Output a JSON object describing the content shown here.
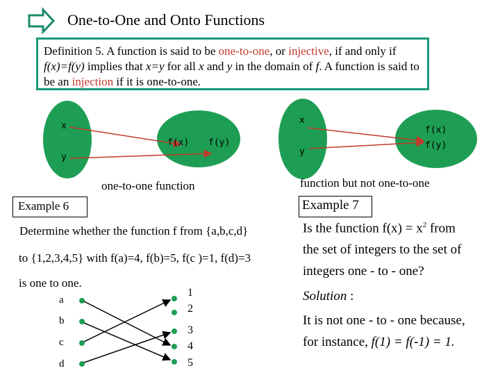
{
  "title": "One-to-One and Onto Functions",
  "definition": {
    "p1": "Definition 5. A function is said to be ",
    "term1": "one-to-one",
    "p2": ", or ",
    "term2": "injective",
    "p3": ", if and only if ",
    "expr1": "f(x)=f(y)",
    "p4": " implies that ",
    "expr2": "x=y",
    "p5": " for all ",
    "var_x": "x",
    "p6": " and ",
    "var_y": "y",
    "p7": " in the domain of ",
    "var_f": "f",
    "p8": ". A function is said to be an ",
    "term3": "injection",
    "p9": " if it is one-to-one."
  },
  "diagram_left": {
    "domain_labels": [
      "x",
      "y"
    ],
    "codomain_labels": [
      "f(x)",
      "f(y)"
    ],
    "caption": "one-to-one function"
  },
  "diagram_right": {
    "domain_labels": [
      "x",
      "y"
    ],
    "codomain_labels": [
      "f(x)",
      "f(y)"
    ],
    "caption": "function but not one-to-one"
  },
  "example6": {
    "heading": "Example 6",
    "line1": "Determine whether the function f from {a,b,c,d}",
    "line2": "to {1,2,3,4,5} with f(a)=4, f(b)=5, f(c )=1, f(d)=3",
    "line3": "is one to one.",
    "domain": [
      "a",
      "b",
      "c",
      "d"
    ],
    "codomain": [
      "1",
      "2",
      "3",
      "4",
      "5"
    ]
  },
  "example7": {
    "heading": "Example 7",
    "q_line1_text": "Is the function f(x) = x",
    "q_line1_exp": "2",
    "q_line1_end": " from",
    "q_line2": "the set of integers to the set of",
    "q_line3": "integers one - to - one?",
    "solution_label": "Solution",
    "solution_colon": " :",
    "s_line1": "It is not one - to - one because,",
    "s_line2_a": "for instance, ",
    "s_line2_b": "f(1) = f(-1) = 1."
  },
  "colors": {
    "box_border": "#1a9a7a",
    "ellipse_fill": "#1e9e54",
    "arrow": "#c0392b",
    "highlight_text": "#c0392b",
    "title_arrow": "#1a8a6a"
  }
}
